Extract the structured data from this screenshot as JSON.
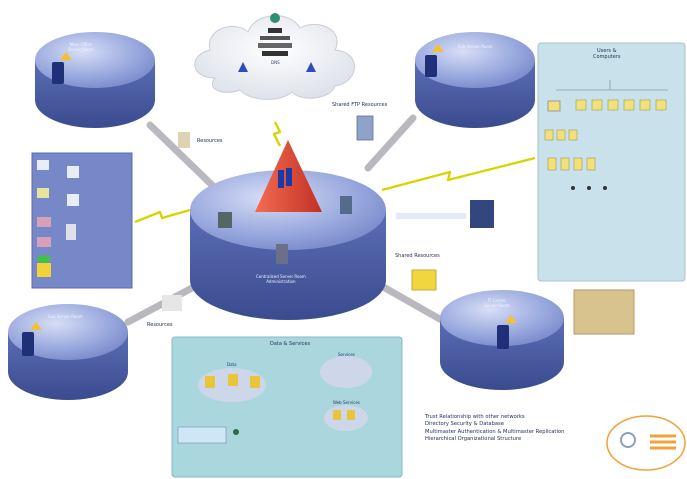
{
  "diagram": {
    "labels": {
      "left_top_disk": [
        "Main Office",
        "Server Room"
      ],
      "right_top_disk": [
        "Sub Server Room"
      ],
      "bottom_left_disk": [
        "Sub Server Room"
      ],
      "bottom_right_disk": [
        "IT Center",
        "Server Room"
      ],
      "center_disk": [
        "Centralized Server Room",
        "Administration"
      ],
      "cloud_caption": "DNS",
      "resources_top": "Resources",
      "resources_bottom": "Resources",
      "shared_ftp": "Shared FTP Resources",
      "shared_resources": "Shared Resources",
      "users_panel_title": [
        "Users &",
        "Computers"
      ],
      "data_panel_title": "Data & Services",
      "data_panel_sub1": "Data",
      "data_panel_sub2": "Services",
      "data_panel_sub3": "Web Services"
    },
    "legend": [
      "Trust Relationship with other networks",
      "Directory Security & Database",
      "Multimaster Authentication & Multimaster Replication",
      "Hierarchical Organizational Structure"
    ],
    "colors": {
      "disk_top": "#8f9fd8",
      "disk_side": "#4f62a8",
      "users_panel": "#c9e1ea",
      "data_panel": "#a9d7dd",
      "left_panel": "#7687c7",
      "lightning": "#e5e200",
      "connector": "#b7b7bd",
      "pyramid": "#e04a3a"
    }
  }
}
